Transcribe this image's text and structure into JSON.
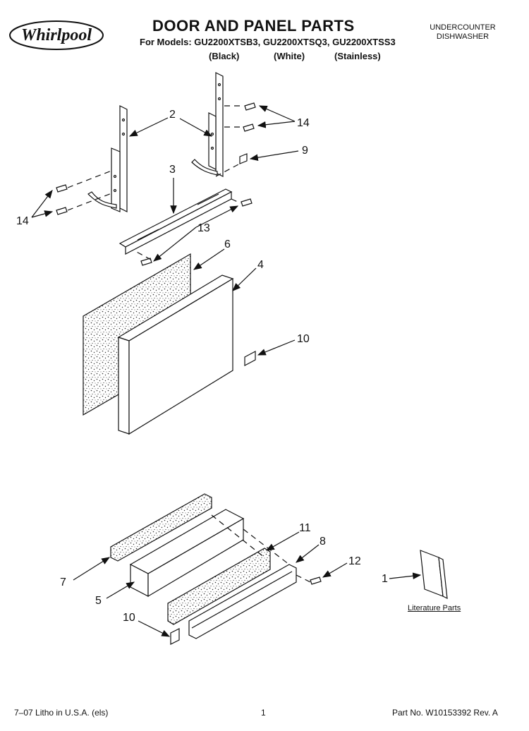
{
  "header": {
    "brand": "Whirlpool",
    "title": "DOOR AND PANEL PARTS",
    "models_line": "For Models: GU2200XTSB3, GU2200XTSQ3, GU2200XTSS3",
    "colors": [
      "(Black)",
      "(White)",
      "(Stainless)"
    ],
    "category_line1": "UNDERCOUNTER",
    "category_line2": "DISHWASHER"
  },
  "callouts": {
    "c2": "2",
    "c14_top": "14",
    "c9": "9",
    "c3": "3",
    "c14_left": "14",
    "c13": "13",
    "c6": "6",
    "c4": "4",
    "c10_top": "10",
    "c11": "11",
    "c8": "8",
    "c12": "12",
    "c7": "7",
    "c5": "5",
    "c1": "1",
    "c10_bottom": "10"
  },
  "literature_label": "Literature Parts",
  "footer": {
    "litho": "7–07 Litho in U.S.A. (els)",
    "page": "1",
    "part_no": "Part No. W10153392 Rev. A"
  }
}
